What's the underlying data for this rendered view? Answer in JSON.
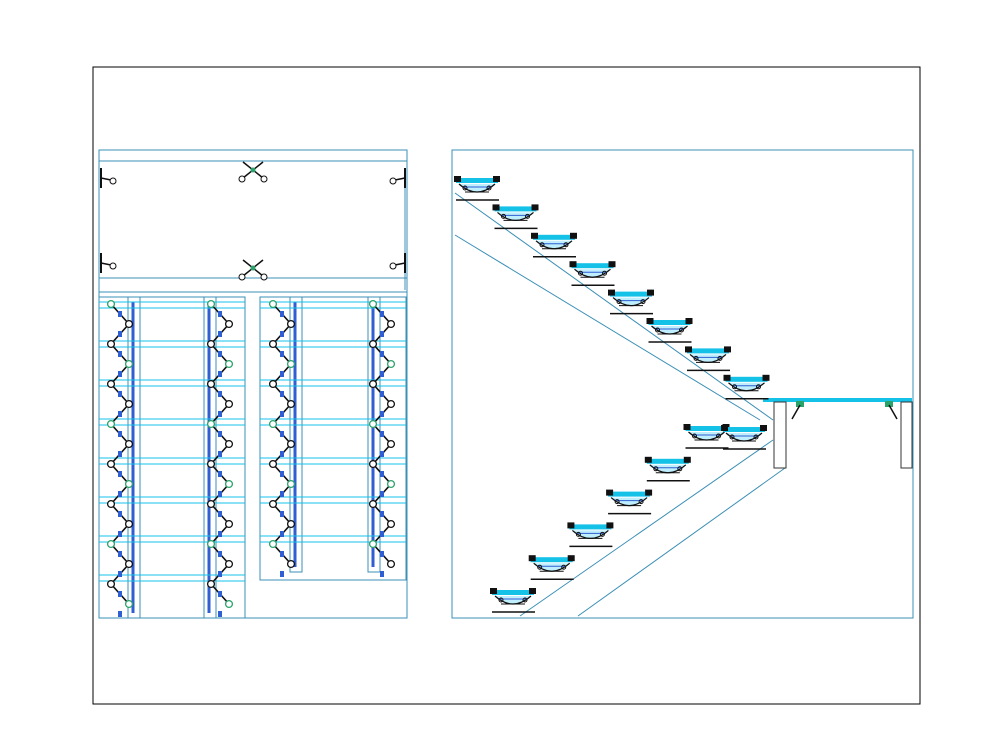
{
  "drawing": {
    "views": [
      "plan-view",
      "section-view"
    ],
    "lower_flight_steps": 6,
    "upper_flight_steps": 8,
    "plan_columns": 4
  },
  "colors": {
    "frame": "#000000",
    "outline": "#3b8fb5",
    "cyan": "#14c2e8",
    "tread_fill": "#bfefff",
    "fitting": "#111111",
    "blue_fitting": "#2f5fd0",
    "green": "#2aa36a"
  }
}
